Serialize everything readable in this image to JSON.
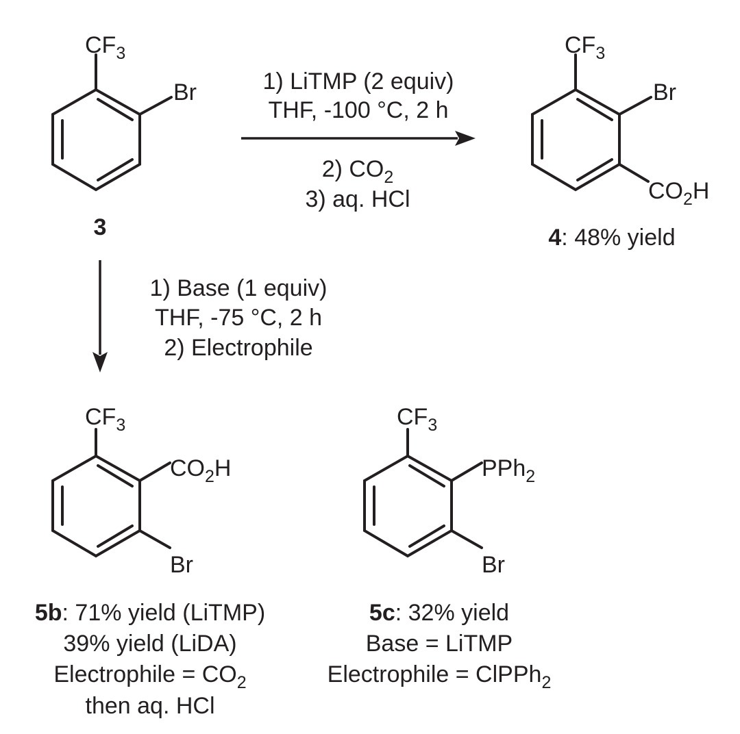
{
  "compound_3": {
    "cf3_c": "CF",
    "cf3_n": "3",
    "br": "Br",
    "id": "3"
  },
  "reaction_top": {
    "line1": "1) LiTMP (2 equiv)",
    "line2": "THF, -100 °C, 2 h",
    "line3_a": "2) CO",
    "line3_b": "2",
    "line4": "3) aq. HCl"
  },
  "compound_4": {
    "cf3_c": "CF",
    "cf3_n": "3",
    "br": "Br",
    "co2h_a": "CO",
    "co2h_b": "2",
    "co2h_c": "H",
    "id": "4",
    "yield": ": 48% yield"
  },
  "reaction_down": {
    "line1": "1) Base (1 equiv)",
    "line2": "THF, -75 °C, 2 h",
    "line3": "2) Electrophile"
  },
  "compound_5b": {
    "cf3_c": "CF",
    "cf3_n": "3",
    "br": "Br",
    "co2h_a": "CO",
    "co2h_b": "2",
    "co2h_c": "H",
    "id": "5b",
    "line1": ": 71% yield (LiTMP)",
    "line2": "39% yield (LiDA)",
    "line3_a": "Electrophile = CO",
    "line3_b": "2",
    "line4": "then aq. HCl"
  },
  "compound_5c": {
    "cf3_c": "CF",
    "cf3_n": "3",
    "br": "Br",
    "pph2_a": "PPh",
    "pph2_b": "2",
    "id": "5c",
    "line1": ": 32% yield",
    "line2": "Base = LiTMP",
    "line3_a": "Electrophile = ClPPh",
    "line3_b": "2"
  }
}
